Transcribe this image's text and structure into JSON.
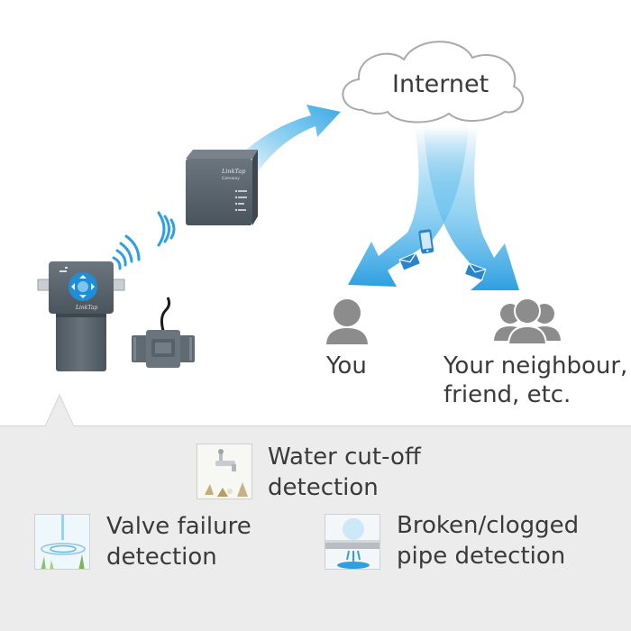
{
  "cloud_label": "Internet",
  "recipients": {
    "you": "You",
    "neighbour_line1": "Your neighbour,",
    "neighbour_line2": "friend, etc."
  },
  "gateway_labels": [
    "LinkTap",
    "Gateway"
  ],
  "valve_brand": "LinkTap",
  "features": [
    {
      "line1": "Water cut-off",
      "line2": "detection",
      "icon": "faucet-dry-thumbnail"
    },
    {
      "line1": "Valve failure",
      "line2": "detection",
      "icon": "water-drop-ripple-thumbnail"
    },
    {
      "line1": "Broken/clogged",
      "line2": "pipe detection",
      "icon": "leaking-pipe-thumbnail"
    }
  ],
  "colors": {
    "arrow_blue": "#3aa8e4",
    "device_gray": "#55606a",
    "person_gray": "#8c8c8c",
    "panel_bg": "#ececec",
    "button_blue": "#1f8ed6"
  }
}
